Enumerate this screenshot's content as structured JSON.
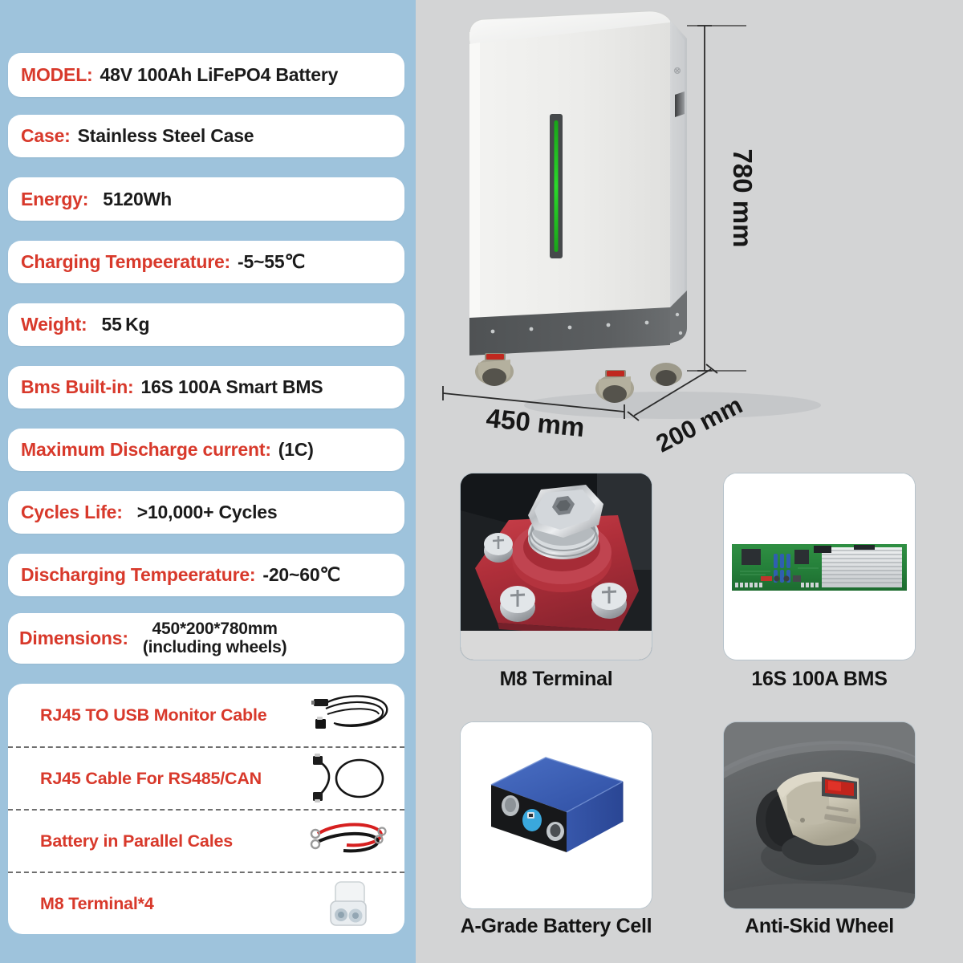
{
  "theme": {
    "panel_blue": "#9ec3dc",
    "page_gray": "#d3d4d5",
    "accent_red": "#d8392b",
    "text_black": "#1b1b1b",
    "led_green": "#22c022"
  },
  "specs": [
    {
      "key": "MODEL:",
      "value": "48V 100Ah LiFePO4 Battery"
    },
    {
      "key": "Case:",
      "value": "Stainless Steel Case"
    },
    {
      "key": "Energy:",
      "value": "5120Wh"
    },
    {
      "key": "Charging Tempeerature:",
      "value": "-5~55℃"
    },
    {
      "key": "Weight:",
      "value": "55 Kg"
    },
    {
      "key": "Bms Built-in:",
      "value": "16S 100A Smart BMS"
    },
    {
      "key": "Maximum Discharge current:",
      "value": "(1C)"
    },
    {
      "key": "Cycles Life:",
      "value": ">10,000+ Cycles"
    },
    {
      "key": "Discharging Tempeerature:",
      "value": "-20~60℃"
    },
    {
      "key": "Dimensions:",
      "value": "450*200*780mm\n(including wheels)"
    }
  ],
  "accessories": [
    {
      "label": "RJ45 TO USB Monitor Cable",
      "icon": "usb-monitor-cable-icon"
    },
    {
      "label": "RJ45 Cable For RS485/CAN",
      "icon": "rj45-cable-icon"
    },
    {
      "label": "Battery in Parallel Cales",
      "icon": "parallel-cables-icon"
    },
    {
      "label": "M8 Terminal*4",
      "icon": "m8-terminal-kit-icon"
    }
  ],
  "hero": {
    "alt": "48V 100Ah LiFePO4 wall/floor battery cabinet",
    "dimension_height": "780 mm",
    "dimension_width": "450 mm",
    "dimension_depth": "200 mm"
  },
  "details": [
    {
      "caption": "M8 Terminal",
      "image": "m8-terminal-photo"
    },
    {
      "caption": "16S 100A BMS",
      "image": "bms-board-photo"
    },
    {
      "caption": "A-Grade Battery Cell",
      "image": "prismatic-cell-photo"
    },
    {
      "caption": "Anti-Skid Wheel",
      "image": "caster-wheel-photo"
    }
  ]
}
